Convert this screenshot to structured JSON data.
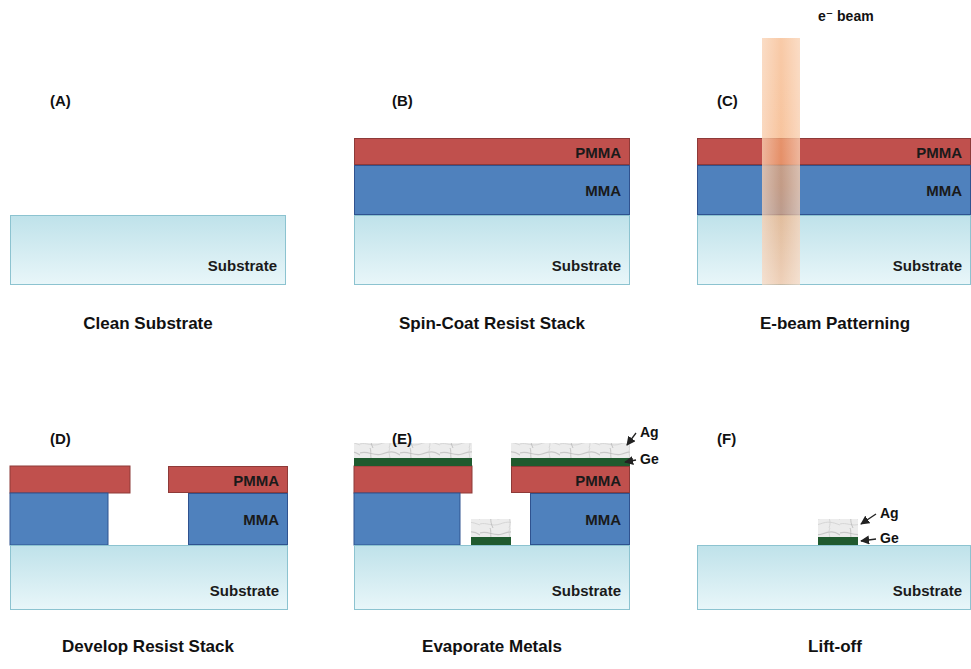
{
  "diagram": {
    "nodes": [
      {
        "text": [
          "Substrate"
        ]
      },
      {
        "text": [
          "PMMA"
        ]
      },
      {
        "text": [
          "MMA"
        ]
      },
      {
        "text": [
          "Substrate"
        ]
      },
      {
        "text": [
          "PMMA"
        ]
      },
      {
        "text": [
          "MMA"
        ]
      },
      {
        "text": [
          "Substrate"
        ]
      },
      {
        "text": [
          "PMMA"
        ]
      },
      {
        "text": [
          "MMA"
        ]
      },
      {
        "text": [
          "Substrate"
        ]
      },
      {
        "text": [
          "PMMA"
        ]
      },
      {
        "text": [
          "MMA"
        ]
      },
      {
        "text": [
          "Substrate"
        ]
      },
      {
        "text": [
          "Substrate"
        ]
      }
    ],
    "labels": [
      "(A)",
      "Clean Substrate",
      "(B)",
      "Spin-Coat Resist Stack",
      "(C)",
      "e⁻ beam",
      "E-beam Patterning",
      "(D)",
      "Develop Resist Stack",
      "(E)",
      "Ag",
      "Ge",
      "Evaporate Metals",
      "(F)",
      "Ag",
      "Ge",
      "Lift-off"
    ]
  }
}
